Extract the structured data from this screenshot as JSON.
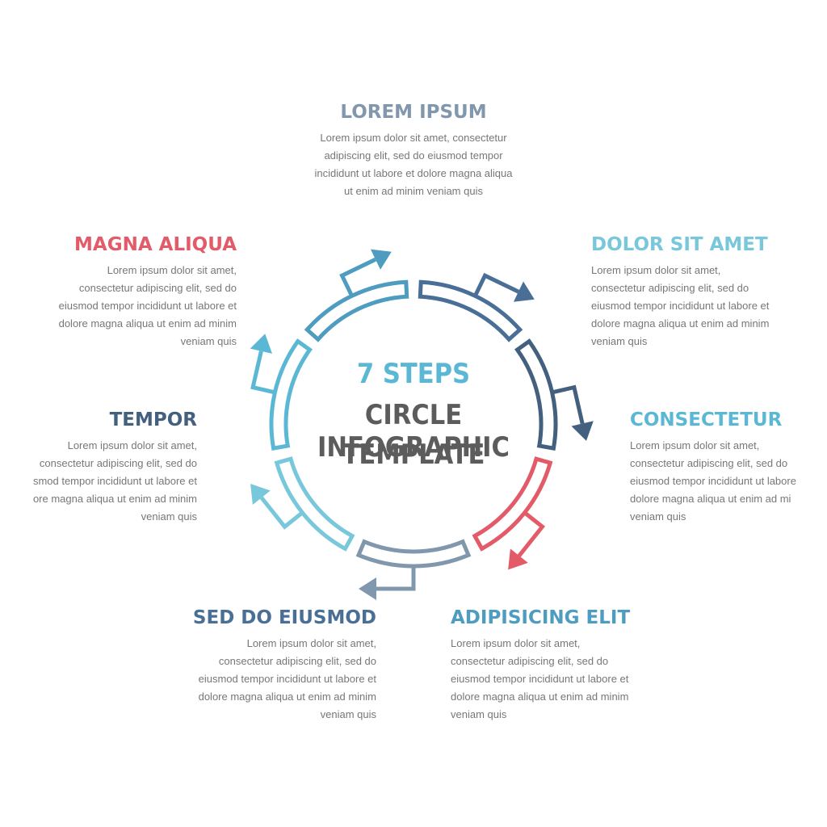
{
  "center": {
    "line1": "7 STEPS",
    "line2": "CIRCLE INFOGRAPHIC",
    "line3": "TEMPLATE"
  },
  "steps": [
    {
      "title": "LOREM IPSUM",
      "color": "#8197ad",
      "text": "Lorem ipsum dolor sit amet, consectetur\nadipiscing elit, sed do eiusmod tempor\nincididunt ut labore et dolore magna aliqua\nut enim ad minim veniam quis"
    },
    {
      "title": "DOLOR SIT AMET",
      "color": "#79c7db",
      "text": "Lorem ipsum dolor sit amet,\nconsectetur adipiscing elit, sed do\neiusmod tempor incididunt ut labore et\ndolore magna aliqua ut enim ad minim\nveniam quis"
    },
    {
      "title": "CONSECTETUR",
      "color": "#5bb8d4",
      "text": "Lorem ipsum dolor sit amet,\nconsectetur adipiscing elit, sed do\neiusmod tempor incididunt ut labore\ndolore magna aliqua ut enim ad mi\nveniam quis"
    },
    {
      "title": "ADIPISICING ELIT",
      "color": "#4e9cc0",
      "text": "Lorem ipsum dolor sit amet,\nconsectetur adipiscing elit, sed do\neiusmod tempor incididunt ut labore et\ndolore magna aliqua ut enim ad minim\nveniam quis"
    },
    {
      "title": "SED DO EIUSMOD",
      "color": "#4a6f96",
      "text": "Lorem ipsum dolor sit amet,\nconsectetur adipiscing elit, sed do\neiusmod tempor incididunt ut labore et\ndolore magna aliqua ut enim ad minim\nveniam quis"
    },
    {
      "title": "TEMPOR",
      "color": "#44607f",
      "text": "Lorem ipsum dolor sit amet,\nconsectetur adipiscing elit, sed do\nsmod tempor incididunt ut labore et\nore magna aliqua ut enim ad minim\nveniam quis"
    },
    {
      "title": "MAGNA ALIQUA",
      "color": "#e35a68",
      "text": "Lorem ipsum dolor sit amet,\nconsectetur adipiscing elit, sed do\neiusmod tempor incididunt ut labore et\ndolore magna aliqua ut enim ad minim\nveniam quis"
    }
  ]
}
